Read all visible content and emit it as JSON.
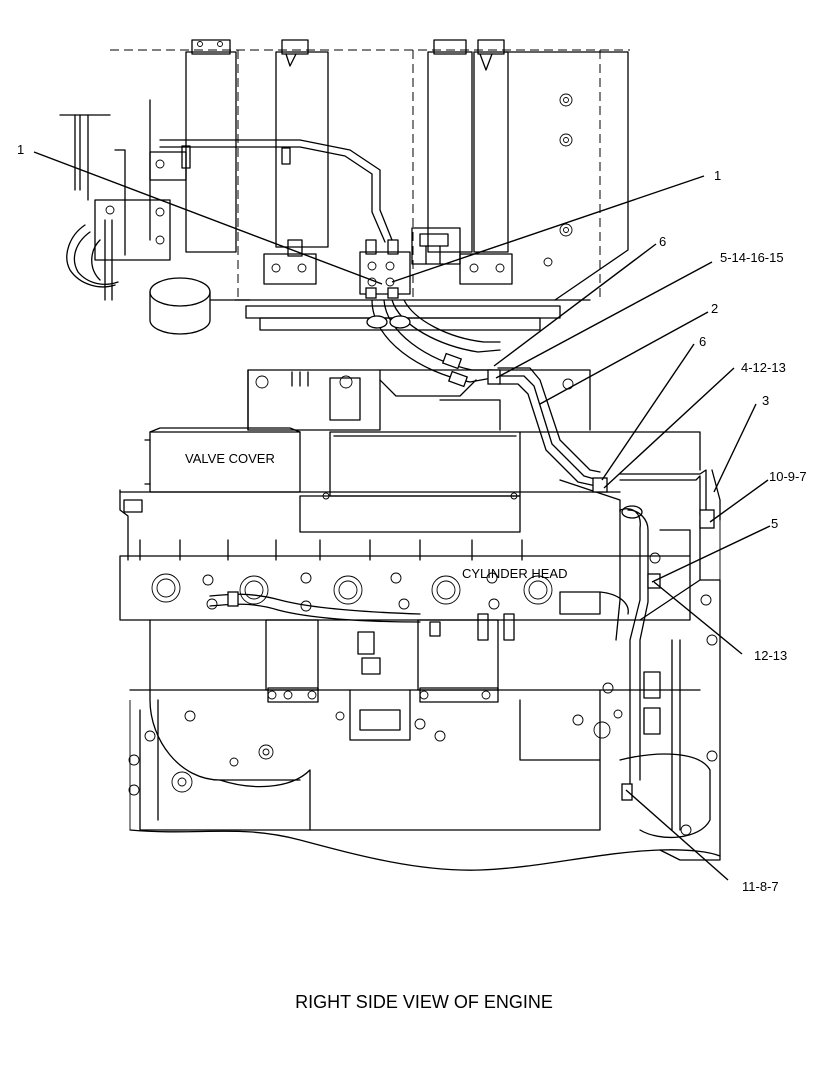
{
  "diagram": {
    "callouts": [
      {
        "id": "c1a",
        "text": "1"
      },
      {
        "id": "c1b",
        "text": "1"
      },
      {
        "id": "c6a",
        "text": "6"
      },
      {
        "id": "c5-14-16-15",
        "text": "5-14-16-15"
      },
      {
        "id": "c2",
        "text": "2"
      },
      {
        "id": "c6b",
        "text": "6"
      },
      {
        "id": "c4-12-13",
        "text": "4-12-13"
      },
      {
        "id": "c3",
        "text": "3"
      },
      {
        "id": "c10-9-7",
        "text": "10-9-7"
      },
      {
        "id": "c5",
        "text": "5"
      },
      {
        "id": "c12-13",
        "text": "12-13"
      },
      {
        "id": "c11-8-7",
        "text": "11-8-7"
      }
    ],
    "labels": {
      "valve_cover": "VALVE COVER",
      "cylinder_head": "CYLINDER HEAD"
    },
    "title": "RIGHT SIDE VIEW OF ENGINE"
  }
}
